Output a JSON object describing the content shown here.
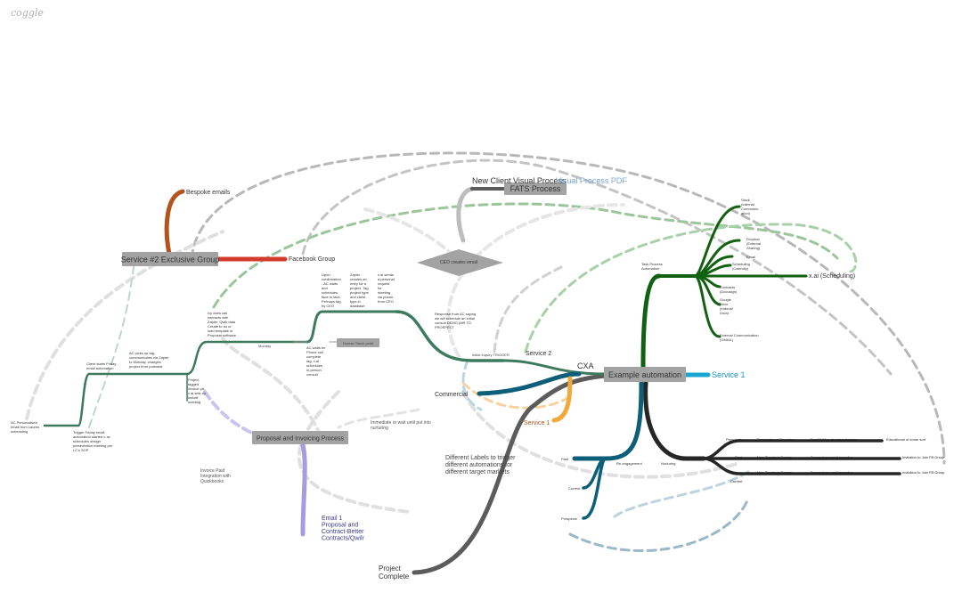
{
  "app": {
    "logo": "coggle"
  },
  "colors": {
    "green": "#3d7a5e",
    "darkgreen": "#126112",
    "teal": "#0d5e78",
    "dark": "#262626",
    "gray": "#5c5c5c",
    "lightgray": "#d9d9d9",
    "red": "#d33c2c",
    "brown": "#b3541e",
    "purple": "#a99be0",
    "orange": "#f2a93b",
    "cyan": "#1aa6d1"
  },
  "nodes": {
    "bespoke": "Bespoke emails",
    "service2_group": "Service #2 Exclusive Group",
    "facebook": "Facebook Group",
    "new_client": "New Client Visual Process",
    "visual_pdf": "Visual Process PDF",
    "fats": "FATS Process",
    "ceo_email": "CEO creates email",
    "example": "Example automation",
    "service1": "Service 1",
    "service1_orange": "Service 1",
    "service2": "Service 2",
    "cxa": "CXA",
    "commercial": "Commercial",
    "proposal": "Proposal and Invoicing Process",
    "email1": [
      "Email 1",
      "Proposal and",
      "Contract-Better",
      "Contracts/Qwilr"
    ],
    "project_complete": [
      "Project",
      "Complete"
    ],
    "different_labels": [
      "Different Labels to trigger",
      "different automations for",
      "different target markets"
    ],
    "immediate": [
      "Immediate or wait until put into",
      "nurturing"
    ],
    "invoice_paid": [
      "Invoice Paid",
      "Integration with",
      "Quickbooks"
    ],
    "human_touch": "Human Touch point",
    "ac_personalised": [
      "AC Personalised",
      "email from Lauren",
      "scheduling"
    ],
    "trigger_friday": [
      "Trigger Friday email",
      "automation started o ac",
      "schedules design",
      "presentation meeting per",
      "LC's SOP"
    ],
    "client_starts": [
      "Client starts Friday",
      "email automation"
    ],
    "ac_picks": [
      "AC picks up tag,",
      "communicates via Zapier",
      "to Monday, changes",
      "project from potential"
    ],
    "ac_waits": [
      "AC waits for",
      "Phone call",
      "complete",
      "tag, x.ai",
      "schedules",
      "in-person",
      "consult"
    ],
    "project_tagged": [
      "Project",
      "tagged",
      "invoice pd,",
      "x.ai sets up",
      "kickoff",
      "meeting"
    ],
    "monday": "Monday",
    "ivy": [
      "Ivy does call",
      "interacts with",
      "Zapier, Qwik data",
      "Create to do or",
      "load template in",
      "Proposal software"
    ],
    "upon": [
      "Upon",
      "confirmation",
      "- AC waits",
      "and",
      "schedules",
      "face to face,",
      "Perhaps tag",
      "by CEO"
    ],
    "zapier": [
      "Zapier",
      "creates an",
      "entry for a",
      "project. Tag",
      "project type",
      "and client",
      "type in",
      "database"
    ],
    "xai_sends": [
      "x.ai sends",
      "a personal",
      "request",
      "for",
      "meeting",
      "via phone",
      "from CEO"
    ],
    "response": [
      "Response from AC saying",
      "we will schedule an initial",
      "consult DEMO (MR TO",
      "PROSPECT"
    ],
    "initial_inquiry": "Initial Inquiry TRIGGER",
    "tool_branches": {
      "task_process": [
        "Task Process",
        "Automation"
      ],
      "slack": [
        "Slack",
        "(Internal",
        "Communic-",
        "ation)"
      ],
      "dropbox": [
        "Dropbox",
        "(External",
        "Sharing)"
      ],
      "email": "Email",
      "scheduling": [
        "Scheduling",
        "(Calendly)"
      ],
      "xai": "x.ai (Scheduling)",
      "contracts": [
        "Contracts",
        "(Docusign)"
      ],
      "gdrive": [
        "Google",
        "Drive",
        "(Internal",
        "Docs)"
      ],
      "external": [
        "External Communication",
        "(GMAIL)"
      ]
    },
    "nurture": {
      "reengagement": "Re-engagement",
      "nurturing": "Nurturing",
      "past": "Past",
      "current": "Current",
      "prospects": "Prospects",
      "r1": [
        "Prospects",
        "Description of Services",
        "Email/Video showing designs",
        "Educational of some sort"
      ],
      "r2": [
        "Past",
        "New Trends in Design",
        "Forward an email incentive",
        "Invitation to Join FB Group"
      ],
      "r3": [
        "Current",
        "New Trends in Design",
        "Forward an email incentive",
        "Invitation to Join FB Group"
      ]
    }
  }
}
